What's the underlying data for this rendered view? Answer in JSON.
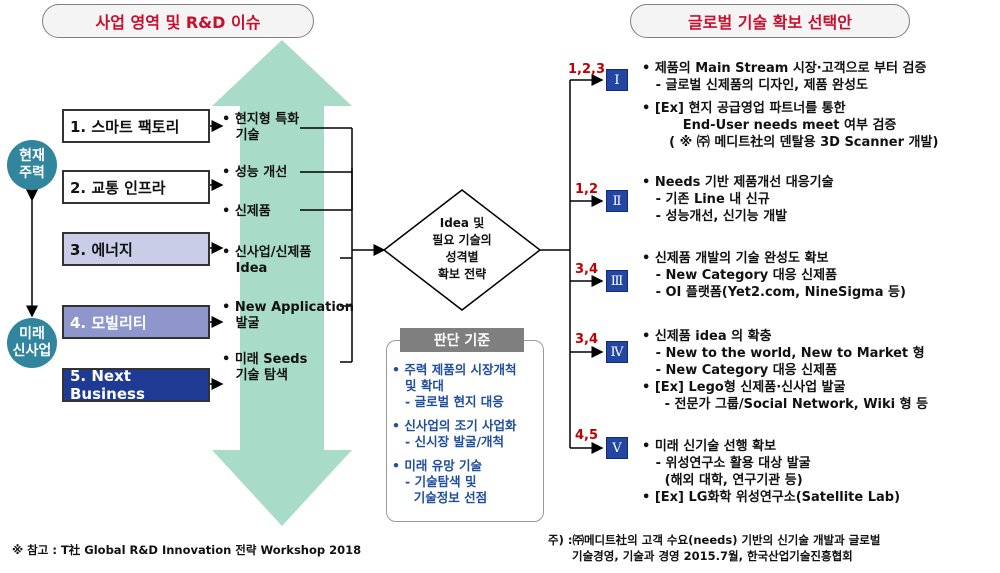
{
  "header_left": "사업 영역 및 R&D 이슈",
  "header_right": "글로벌 기술 확보 선택안",
  "periods": {
    "current": "현재\n주력",
    "future": "미래\n신사업"
  },
  "areas": [
    {
      "label": "1. 스마트 팩토리",
      "bg": "#ffffff",
      "fg": "#111111"
    },
    {
      "label": "2. 교통 인프라",
      "bg": "#ffffff",
      "fg": "#111111"
    },
    {
      "label": "3. 에너지",
      "bg": "#c9cde8",
      "fg": "#111111"
    },
    {
      "label": "4. 모빌리티",
      "bg": "#8e96cc",
      "fg": "#ffffff"
    },
    {
      "label": "5. Next Business",
      "bg": "#1f3a93",
      "fg": "#ffffff"
    }
  ],
  "bullets": [
    "• 현지형 특화\n   기술",
    "• 성능 개선",
    "• 신제품",
    "• 신사업/신제품\n   Idea",
    "• New Application\n   발굴",
    "• 미래 Seeds\n   기술 탐색"
  ],
  "diamond": "Idea 및\n필요 기술의\n성격별\n확보 전략",
  "criteria": {
    "title": "판단 기준",
    "items": [
      "• 주력 제품의 시장개척\n   및 확대\n   - 글로벌 현지 대응",
      "• 신사업의 조기 사업화\n   - 신시장 발굴/개척",
      "• 미래 유망 기술\n   - 기술탐색 및\n     기술정보 선점"
    ]
  },
  "options": [
    {
      "nums": "1,2,3",
      "roman": "Ⅰ",
      "lines": [
        "• 제품의 Main Stream 시장·고객으로 부터 검증",
        "   - 글로벌 신제품의 디자인, 제품 완성도",
        "",
        "• [Ex] 현지 공급영업 파트너를 통한",
        "         End-User needs meet 여부 검증",
        "      ( ※ ㈜ 메디트社의 덴탈용 3D Scanner 개발)"
      ]
    },
    {
      "nums": "1,2",
      "roman": "Ⅱ",
      "lines": [
        "• Needs 기반 제품개선 대응기술",
        "   - 기존 Line 내 신규",
        "   - 성능개선, 신기능 개발"
      ]
    },
    {
      "nums": "3,4",
      "roman": "Ⅲ",
      "lines": [
        "• 신제품 개발의 기술 완성도 확보",
        "   - New Category 대응 신제품",
        "   - OI 플랫폼(Yet2.com, NineSigma 등)"
      ]
    },
    {
      "nums": "3,4",
      "roman": "Ⅳ",
      "lines": [
        "• 신제품 idea 의 확충",
        "   - New to the world, New to Market 형",
        "   - New Category 대응 신제품",
        "• [Ex] Lego형 신제품·신사업 발굴",
        "     - 전문가 그룹/Social Network, Wiki 형 등"
      ]
    },
    {
      "nums": "4,5",
      "roman": "Ⅴ",
      "lines": [
        "• 미래 신기술 선행 확보",
        "   - 위성연구소 활용 대상 발굴",
        "     (해외 대학, 연구기관 등)",
        "• [Ex] LG화학 위성연구소(Satellite Lab)"
      ]
    }
  ],
  "footer_left": "※ 참고 : T社 Global R&D Innovation 전략 Workshop 2018",
  "footer_right": "주) :㈜메디트社의 고객 수요(needs) 기반의 신기술 개발과 글로벌\n      기술경영, 기술과 경영 2015.7월, 한국산업기술진흥협회"
}
